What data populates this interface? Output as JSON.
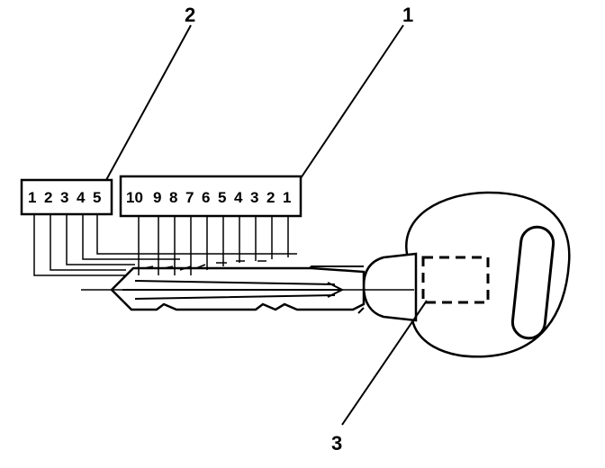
{
  "callouts": {
    "tag1": "1",
    "tag2": "2",
    "tag3": "3"
  },
  "connector_small": {
    "pins": [
      "1",
      "2",
      "3",
      "4",
      "5"
    ]
  },
  "connector_large": {
    "pins": [
      "10",
      "9",
      "8",
      "7",
      "6",
      "5",
      "4",
      "3",
      "2",
      "1"
    ]
  },
  "colors": {
    "line": "#000000",
    "background": "#ffffff"
  }
}
